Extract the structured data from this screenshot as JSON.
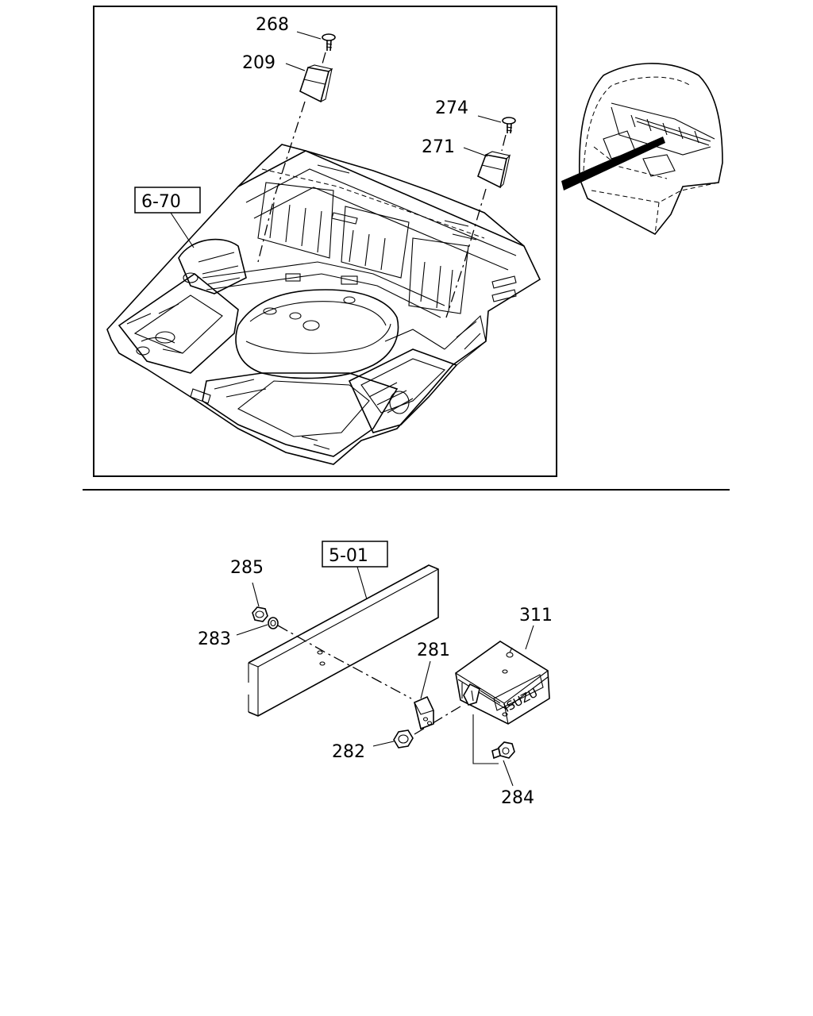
{
  "callouts": {
    "c268": "268",
    "c209": "209",
    "c274": "274",
    "c271": "271",
    "c285": "285",
    "c283": "283",
    "c281": "281",
    "c311": "311",
    "c282": "282",
    "c284": "284"
  },
  "refs": {
    "r670": "6-70",
    "r501": "5-01"
  },
  "product_marking": "ISUZU"
}
